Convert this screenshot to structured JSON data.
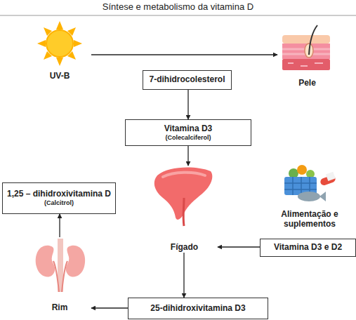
{
  "diagram": {
    "title": "Síntese e metabolismo da vitamina D",
    "nodes": [
      {
        "text": [
          "UV-B"
        ]
      },
      {
        "text": [
          "Pele"
        ]
      },
      {
        "text": [
          "7-dihidrocolesterol"
        ]
      },
      {
        "text": [
          "Vitamina D3",
          "(Colecalciferol)"
        ]
      },
      {
        "text": [
          "1,25 – dihidroxivitamina D",
          "(Calcitrol)"
        ]
      },
      {
        "text": [
          "Fígado"
        ]
      },
      {
        "text": [
          "Alimentação e suplementos"
        ]
      },
      {
        "text": [
          "Vitamina D3 e D2"
        ]
      },
      {
        "text": [
          "Rim"
        ]
      },
      {
        "text": [
          "25-dihidroxivitamina D3"
        ]
      }
    ],
    "edges": [
      {
        "from": 0,
        "to": 1,
        "arrow": "to"
      },
      {
        "from": 2,
        "to": 3,
        "arrow": "to"
      },
      {
        "from": 3,
        "to": 5,
        "arrow": "to"
      },
      {
        "from": 7,
        "to": 5,
        "arrow": "to"
      },
      {
        "from": 5,
        "to": 9,
        "arrow": "to"
      },
      {
        "from": 9,
        "to": 8,
        "arrow": "to"
      },
      {
        "from": 8,
        "to": 4,
        "arrow": "to"
      }
    ]
  }
}
